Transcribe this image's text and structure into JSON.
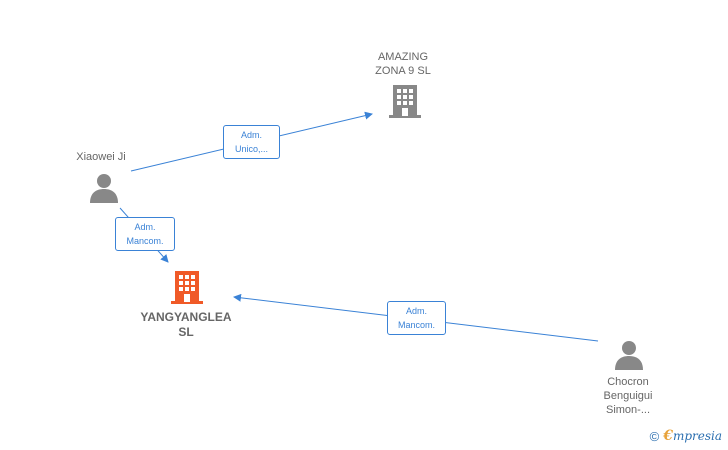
{
  "nodes": {
    "amazing": {
      "label": "AMAZING\nZONA 9  SL",
      "type": "company",
      "color": "#888888"
    },
    "xiaowei": {
      "label": "Xiaowei Ji",
      "type": "person",
      "color": "#888888"
    },
    "yangyanglea": {
      "label": "YANGYANGLEA\nSL",
      "type": "company",
      "color": "#f05a28"
    },
    "chocron": {
      "label": "Chocron\nBenguigui\nSimon-...",
      "type": "person",
      "color": "#888888"
    }
  },
  "edges": {
    "e1": {
      "line1": "Adm.",
      "line2": "Unico,..."
    },
    "e2": {
      "line1": "Adm.",
      "line2": "Mancom."
    },
    "e3": {
      "line1": "Adm.",
      "line2": "Mancom."
    }
  },
  "colors": {
    "edge": "#3a82d6",
    "focus": "#f05a28",
    "neutral": "#888888"
  },
  "watermark": {
    "copyright": "©",
    "brand_initial": "€",
    "brand_rest": "mpresia"
  }
}
